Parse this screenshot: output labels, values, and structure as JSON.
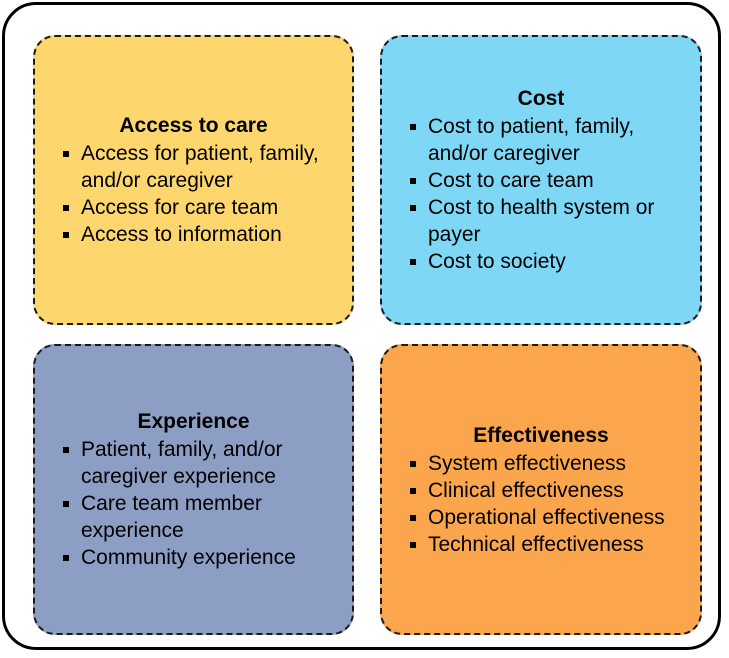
{
  "colors": {
    "access_fill": "#fdd76e",
    "cost_fill": "#7fd7f6",
    "experience_fill": "#8c9ec4",
    "effectiveness_fill": "#fba54c"
  },
  "quadrants": [
    {
      "title": "Access to care",
      "items": [
        "Access for patient, family, and/or caregiver",
        "Access for care team",
        "Access to information"
      ]
    },
    {
      "title": "Cost",
      "items": [
        "Cost to patient, family, and/or caregiver",
        "Cost to care team",
        "Cost to health system or payer",
        "Cost to society"
      ]
    },
    {
      "title": "Experience",
      "items": [
        "Patient, family, and/or caregiver experience",
        "Care team member experience",
        "Community experience"
      ]
    },
    {
      "title": "Effectiveness",
      "items": [
        "System effectiveness",
        "Clinical effectiveness",
        "Operational effectiveness",
        "Technical effectiveness"
      ]
    }
  ]
}
